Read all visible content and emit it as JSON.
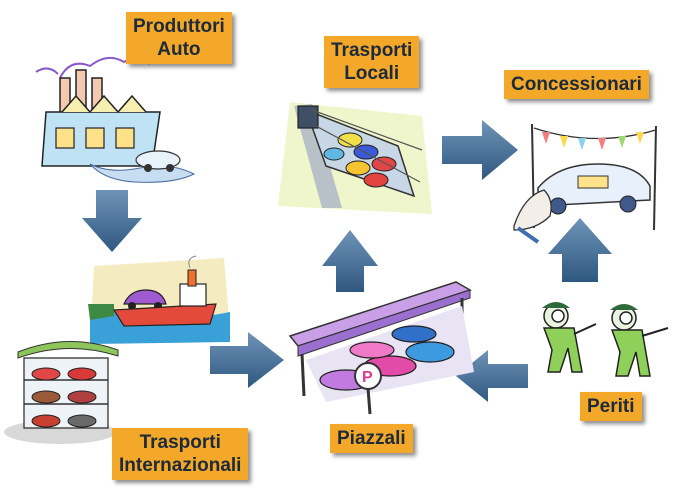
{
  "labels": {
    "produttori": [
      "Produttori",
      "Auto"
    ],
    "trasporti_locali": [
      "Trasporti",
      "Locali"
    ],
    "concessionari": [
      "Concessionari"
    ],
    "trasporti_internazionali": [
      "Trasporti",
      "Internazionali"
    ],
    "piazzali": [
      "Piazzali"
    ],
    "periti": [
      "Periti"
    ]
  },
  "colors": {
    "label_bg": "#f3a82a",
    "label_text": "#1d2a3a",
    "arrow": "#3f6b96"
  },
  "pictures": [
    "factory-clipart",
    "car-transporter-truck-clipart",
    "car-dealership-clipart",
    "ferry-ship-clipart",
    "multilevel-car-carrier-clipart",
    "parking-lot-clipart",
    "inspectors-clipart"
  ]
}
